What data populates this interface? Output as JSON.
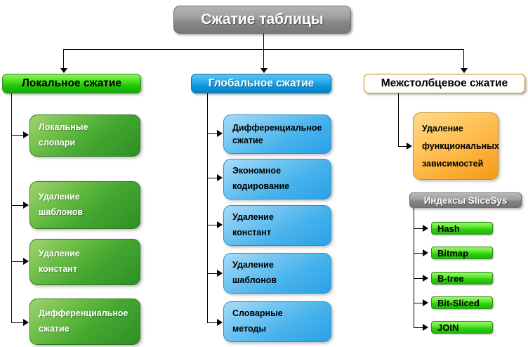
{
  "title": {
    "label": "Сжатие таблицы"
  },
  "columns": [
    {
      "id": "local",
      "header": "Локальное сжатие",
      "nodes": [
        {
          "lines": [
            "Локальные",
            "словари"
          ]
        },
        {
          "lines": [
            "Удаление",
            "шаблонов"
          ]
        },
        {
          "lines": [
            "Удаление",
            "констант"
          ]
        },
        {
          "lines": [
            "Дифференциальное",
            "сжатие"
          ]
        }
      ]
    },
    {
      "id": "global",
      "header": "Глобальное сжатие",
      "nodes": [
        {
          "lines": [
            "Дифференциальное",
            "сжатие"
          ]
        },
        {
          "lines": [
            "Экономное",
            "кодирование"
          ]
        },
        {
          "lines": [
            "Удаление",
            "констант"
          ]
        },
        {
          "lines": [
            "Удаление",
            "шаблонов"
          ]
        },
        {
          "lines": [
            "Словарные",
            "методы"
          ]
        }
      ]
    },
    {
      "id": "intercolumn",
      "header": "Межстолбцевое сжатие",
      "nodes": [
        {
          "lines": [
            "Удаление",
            "функциональных",
            "зависимостей"
          ]
        }
      ]
    }
  ],
  "indexes": {
    "header": "Индексы SliceSys",
    "items": [
      "Hash",
      "Bitmap",
      "B-tree",
      "Bit-Sliced",
      "JOIN"
    ]
  },
  "colors": {
    "title_gray": "#9d9d9d",
    "green_header": "#26c708",
    "blue_header": "#0e96dd",
    "orange_header": "#fbb62c",
    "green_node": "#45a830",
    "blue_node": "#47b2ec",
    "orange_node": "#fbae37",
    "index_green": "#2fd012",
    "connector_black": "#000000"
  }
}
